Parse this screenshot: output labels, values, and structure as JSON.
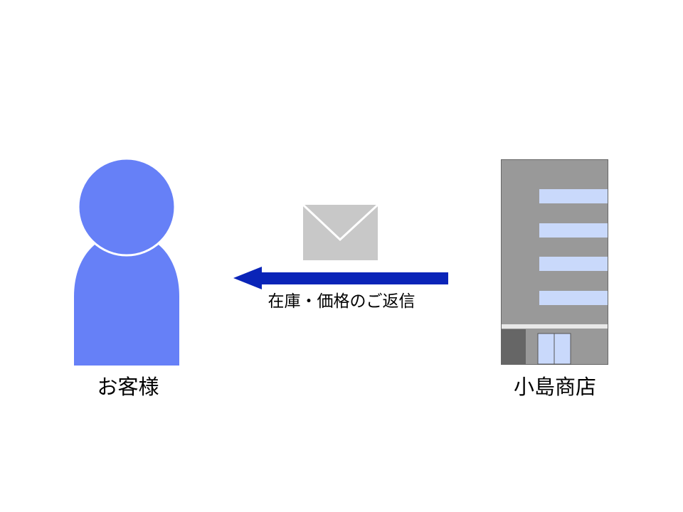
{
  "nodes": {
    "customer": {
      "label": "お客様",
      "icon": "person-icon",
      "color": "#6680f7"
    },
    "shop": {
      "label": "小島商店",
      "icon": "building-icon",
      "wall_color": "#999999",
      "window_color": "#c9d9fb",
      "door_color": "#666666"
    }
  },
  "message": {
    "label": "在庫・価格のご返信",
    "icon": "envelope-icon",
    "envelope_color": "#c8c8c8",
    "arrow_color": "#0a24b8",
    "direction": "shop-to-customer"
  }
}
